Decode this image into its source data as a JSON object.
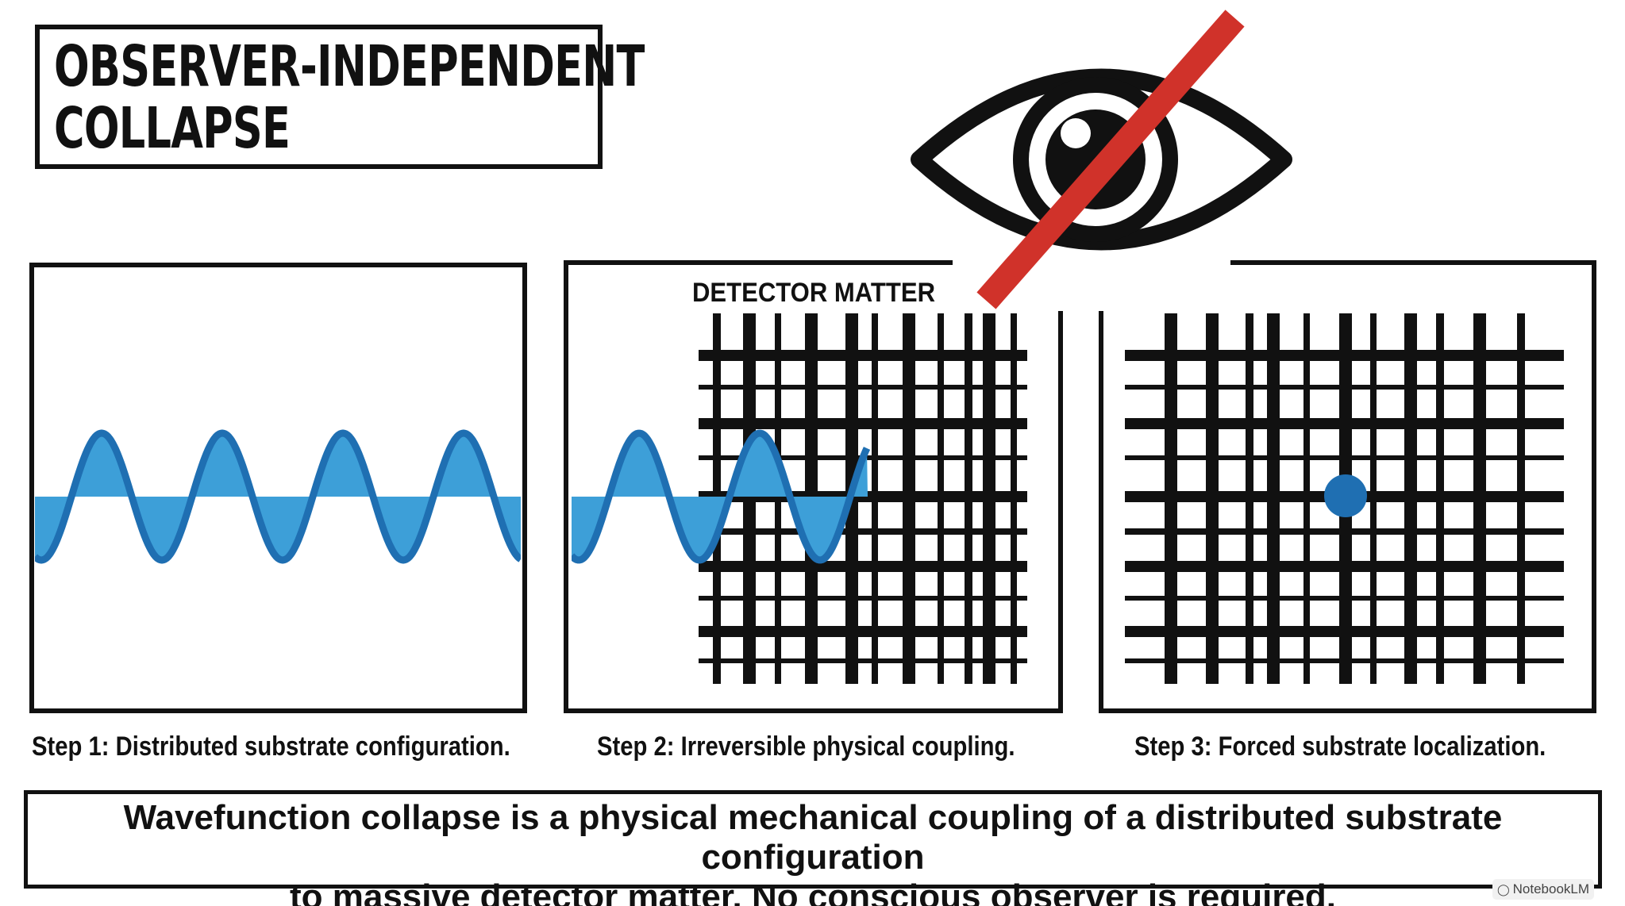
{
  "title": {
    "line1": "OBSERVER-INDEPENDENT",
    "line2": "COLLAPSE"
  },
  "panels": [
    {
      "caption": "Step 1: Distributed substrate configuration."
    },
    {
      "label": "DETECTOR MATTER",
      "caption": "Step 2: Irreversible physical coupling."
    },
    {
      "caption": "Step 3: Forced substrate localization."
    }
  ],
  "summary": {
    "line1": "Wavefunction collapse is a physical mechanical coupling of a distributed substrate configuration",
    "line2": "to massive detector matter. No conscious observer is required."
  },
  "watermark": "NotebookLM",
  "colors": {
    "ink": "#111111",
    "wave_fill": "#3d9fd8",
    "wave_stroke": "#1f6fb2",
    "particle": "#1f6fb2",
    "prohibition_slash": "#d0322a"
  },
  "icons": {
    "eye": "crossed-out-eye-icon"
  }
}
